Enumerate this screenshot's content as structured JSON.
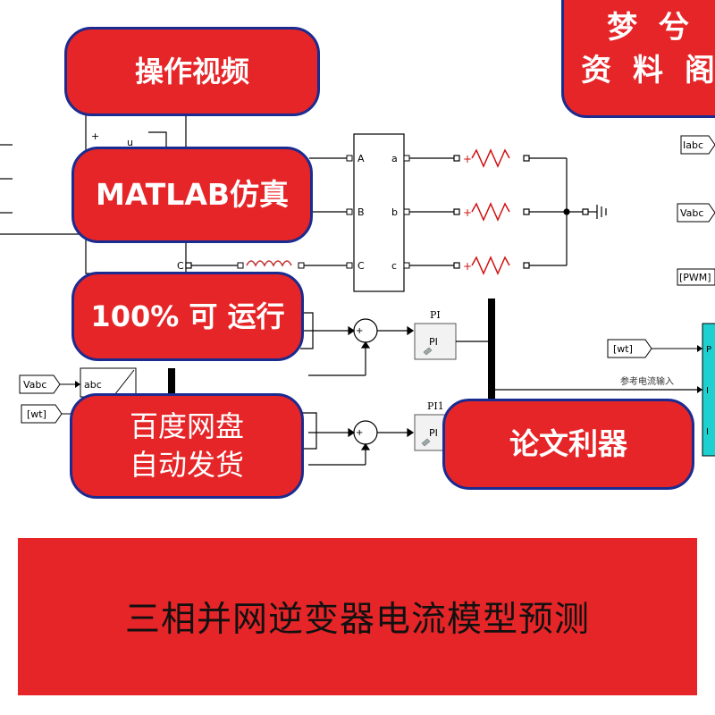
{
  "badges": {
    "video": "操作视频",
    "matlab": "MATLAB仿真",
    "runs": "100% 可 运行",
    "pan_line1": "百度网盘",
    "pan_line2": "自动发货",
    "paper": "论文利器",
    "corner_line1": "梦 兮",
    "corner_line2": "资 料 阁"
  },
  "banner": {
    "title": "三相并网逆变器电流模型预测"
  },
  "diagram": {
    "labels": {
      "plus": "+",
      "u": "u",
      "port_A": "A",
      "port_B": "B",
      "port_C": "C",
      "port_a": "a",
      "port_b": "b",
      "port_c": "c",
      "c_in": "C",
      "pi1_title": "PI",
      "pi1_body": "PI",
      "pi2_title": "PI1",
      "pi2_body": "PI",
      "abc": "abc",
      "tag_vabc_left": "Vabc",
      "tag_wt_left": "[wt]",
      "tag_wt_right": "[wt]",
      "ref_current": "参考电流输入",
      "tag_iabc": "Iabc",
      "tag_vabc_right": "Vabc",
      "tag_pwm": "[PWM]",
      "port_p": "P",
      "port_i1": "I",
      "port_i2": "I"
    },
    "colors": {
      "wire": "#000000",
      "port_red": "#d01010",
      "inductor_red": "#c03030",
      "block_cyan": "#1fd0d0",
      "pi_fill": "#f2f2f2"
    }
  }
}
